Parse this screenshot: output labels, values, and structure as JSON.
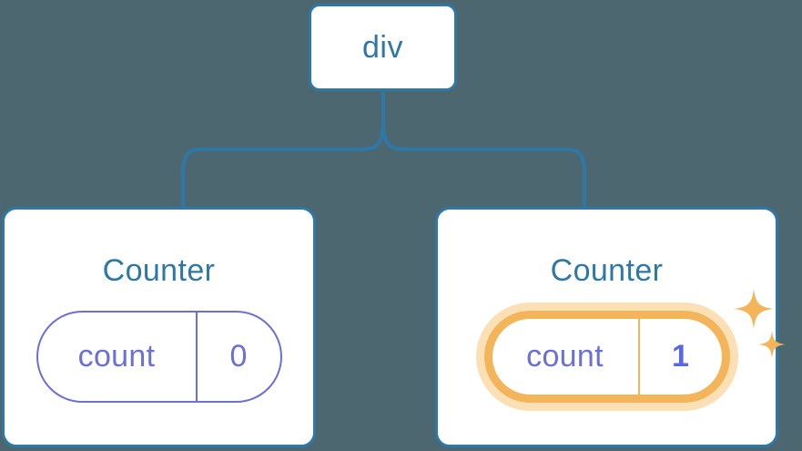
{
  "diagram": {
    "type": "component-tree",
    "background_color": "#4d6770",
    "node_border_color": "#2e78a8",
    "title_color": "#2e78a8",
    "state_color": "#6b6fd8",
    "highlight_color": "#f4b459",
    "highlight_glow_color": "#fbe0b6",
    "highlight_value_color": "#5868e0"
  },
  "root": {
    "label": "div"
  },
  "children": [
    {
      "title": "Counter",
      "state": {
        "key": "count",
        "value": "0"
      },
      "highlighted": false
    },
    {
      "title": "Counter",
      "state": {
        "key": "count",
        "value": "1"
      },
      "highlighted": true,
      "sparkle_large": "sparkle-icon",
      "sparkle_small": "sparkle-icon"
    }
  ]
}
